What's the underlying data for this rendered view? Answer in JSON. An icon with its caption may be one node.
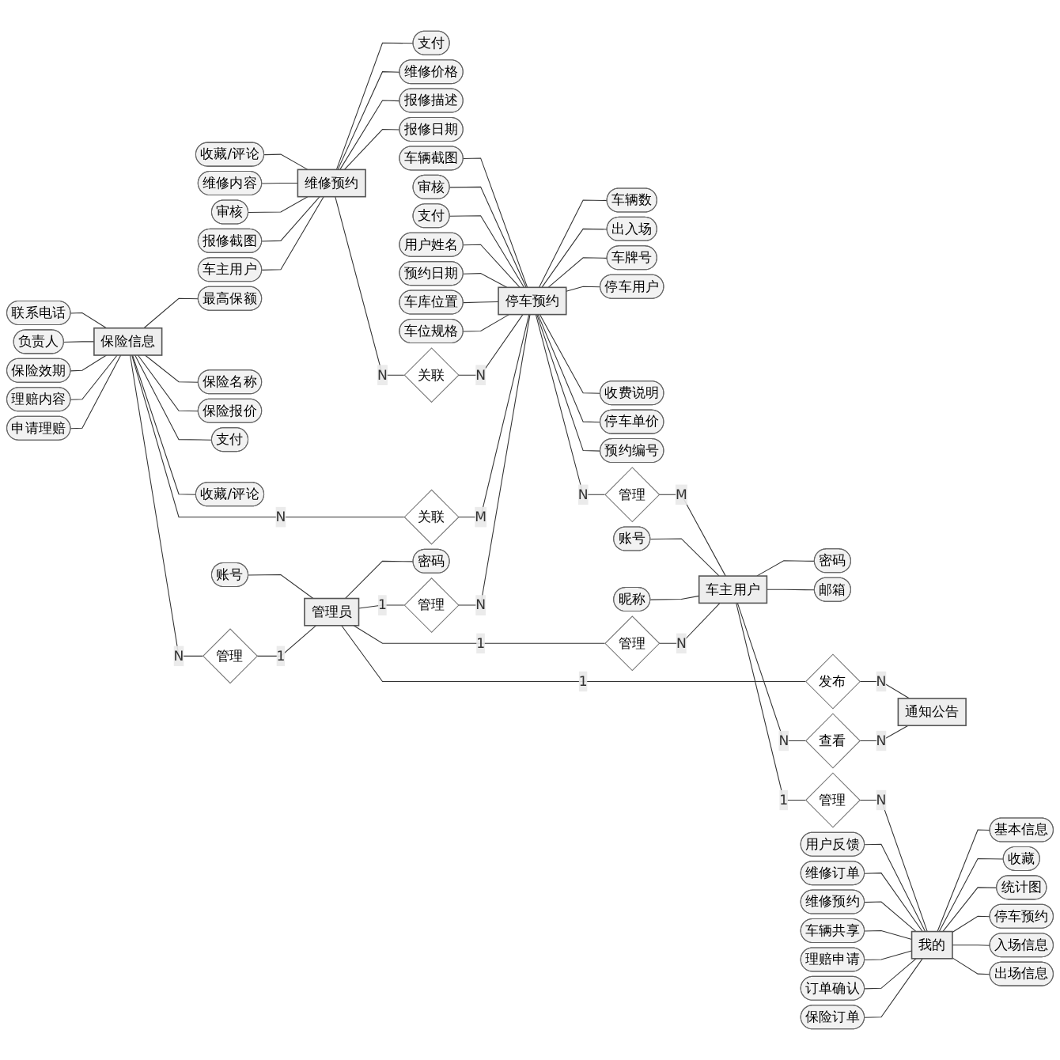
{
  "diagram": {
    "nodes": [
      {
        "text": [
          "维修预约"
        ]
      },
      {
        "text": [
          "收藏/评论"
        ]
      },
      {
        "text": [
          "支付"
        ]
      },
      {
        "text": [
          "维修内容"
        ]
      },
      {
        "text": [
          "维修价格"
        ]
      },
      {
        "text": [
          "审核"
        ]
      },
      {
        "text": [
          "报修描述"
        ]
      },
      {
        "text": [
          "报修截图"
        ]
      },
      {
        "text": [
          "报修日期"
        ]
      },
      {
        "text": [
          "车主用户"
        ]
      },
      {
        "text": [
          "停车预约"
        ]
      },
      {
        "text": [
          "车辆截图"
        ]
      },
      {
        "text": [
          "车辆数"
        ]
      },
      {
        "text": [
          "审核"
        ]
      },
      {
        "text": [
          "出入场"
        ]
      },
      {
        "text": [
          "支付"
        ]
      },
      {
        "text": [
          "车牌号"
        ]
      },
      {
        "text": [
          "用户姓名"
        ]
      },
      {
        "text": [
          "停车用户"
        ]
      },
      {
        "text": [
          "预约日期"
        ]
      },
      {
        "text": [
          "收费说明"
        ]
      },
      {
        "text": [
          "车库位置"
        ]
      },
      {
        "text": [
          "停车单价"
        ]
      },
      {
        "text": [
          "车位规格"
        ]
      },
      {
        "text": [
          "预约编号"
        ]
      },
      {
        "text": [
          "关联"
        ]
      },
      {
        "text": [
          "保险信息"
        ]
      },
      {
        "text": [
          "联系电话"
        ]
      },
      {
        "text": [
          "最高保额"
        ]
      },
      {
        "text": [
          "负责人"
        ]
      },
      {
        "text": [
          "保险名称"
        ]
      },
      {
        "text": [
          "保险效期"
        ]
      },
      {
        "text": [
          "保险报价"
        ]
      },
      {
        "text": [
          "理赔内容"
        ]
      },
      {
        "text": [
          "支付"
        ]
      },
      {
        "text": [
          "申请理赔"
        ]
      },
      {
        "text": [
          "收藏/评论"
        ]
      },
      {
        "text": [
          "关联"
        ]
      },
      {
        "text": [
          "管理员"
        ]
      },
      {
        "text": [
          "账号"
        ]
      },
      {
        "text": [
          "密码"
        ]
      },
      {
        "text": [
          "管理"
        ]
      },
      {
        "text": [
          "管理"
        ]
      },
      {
        "text": [
          "管理"
        ]
      },
      {
        "text": [
          "车主用户"
        ]
      },
      {
        "text": [
          "账号"
        ]
      },
      {
        "text": [
          "密码"
        ]
      },
      {
        "text": [
          "昵称"
        ]
      },
      {
        "text": [
          "邮箱"
        ]
      },
      {
        "text": [
          "管理"
        ]
      },
      {
        "text": [
          "通知公告"
        ]
      },
      {
        "text": [
          "发布"
        ]
      },
      {
        "text": [
          "查看"
        ]
      },
      {
        "text": [
          "管理"
        ]
      },
      {
        "text": [
          "我的"
        ]
      },
      {
        "text": [
          "用户反馈"
        ]
      },
      {
        "text": [
          "基本信息"
        ]
      },
      {
        "text": [
          "维修订单"
        ]
      },
      {
        "text": [
          "收藏"
        ]
      },
      {
        "text": [
          "维修预约"
        ]
      },
      {
        "text": [
          "统计图"
        ]
      },
      {
        "text": [
          "车辆共享"
        ]
      },
      {
        "text": [
          "停车预约"
        ]
      },
      {
        "text": [
          "理赔申请"
        ]
      },
      {
        "text": [
          "入场信息"
        ]
      },
      {
        "text": [
          "订单确认"
        ]
      },
      {
        "text": [
          "出场信息"
        ]
      },
      {
        "text": [
          "保险订单"
        ]
      }
    ],
    "edges": [
      {
        "from": 0,
        "to": 1,
        "arrow": "none"
      },
      {
        "from": 0,
        "to": 2,
        "arrow": "none"
      },
      {
        "from": 0,
        "to": 3,
        "arrow": "none"
      },
      {
        "from": 0,
        "to": 4,
        "arrow": "none"
      },
      {
        "from": 0,
        "to": 5,
        "arrow": "none"
      },
      {
        "from": 0,
        "to": 6,
        "arrow": "none"
      },
      {
        "from": 0,
        "to": 7,
        "arrow": "none"
      },
      {
        "from": 0,
        "to": 8,
        "arrow": "none"
      },
      {
        "from": 0,
        "to": 9,
        "arrow": "none"
      },
      {
        "from": 10,
        "to": 11,
        "arrow": "none"
      },
      {
        "from": 10,
        "to": 12,
        "arrow": "none"
      },
      {
        "from": 10,
        "to": 13,
        "arrow": "none"
      },
      {
        "from": 10,
        "to": 14,
        "arrow": "none"
      },
      {
        "from": 10,
        "to": 15,
        "arrow": "none"
      },
      {
        "from": 10,
        "to": 16,
        "arrow": "none"
      },
      {
        "from": 10,
        "to": 17,
        "arrow": "none"
      },
      {
        "from": 10,
        "to": 18,
        "arrow": "none"
      },
      {
        "from": 10,
        "to": 19,
        "arrow": "none"
      },
      {
        "from": 10,
        "to": 20,
        "arrow": "none"
      },
      {
        "from": 10,
        "to": 21,
        "arrow": "none"
      },
      {
        "from": 10,
        "to": 22,
        "arrow": "none"
      },
      {
        "from": 10,
        "to": 23,
        "arrow": "none"
      },
      {
        "from": 10,
        "to": 24,
        "arrow": "none"
      },
      {
        "from": 0,
        "to": 25,
        "arrow": "none",
        "label": "N"
      },
      {
        "from": 25,
        "to": 10,
        "arrow": "none",
        "label": "N"
      },
      {
        "from": 26,
        "to": 27,
        "arrow": "none"
      },
      {
        "from": 26,
        "to": 28,
        "arrow": "none"
      },
      {
        "from": 26,
        "to": 29,
        "arrow": "none"
      },
      {
        "from": 26,
        "to": 30,
        "arrow": "none"
      },
      {
        "from": 26,
        "to": 31,
        "arrow": "none"
      },
      {
        "from": 26,
        "to": 32,
        "arrow": "none"
      },
      {
        "from": 26,
        "to": 33,
        "arrow": "none"
      },
      {
        "from": 26,
        "to": 34,
        "arrow": "none"
      },
      {
        "from": 26,
        "to": 35,
        "arrow": "none"
      },
      {
        "from": 26,
        "to": 36,
        "arrow": "none"
      },
      {
        "from": 26,
        "to": 37,
        "arrow": "none",
        "label": "N"
      },
      {
        "from": 37,
        "to": 10,
        "arrow": "none",
        "label": "M"
      },
      {
        "from": 38,
        "to": 39,
        "arrow": "none"
      },
      {
        "from": 38,
        "to": 40,
        "arrow": "none"
      },
      {
        "from": 26,
        "to": 41,
        "arrow": "none",
        "label": "N"
      },
      {
        "from": 41,
        "to": 38,
        "arrow": "none",
        "label": "1"
      },
      {
        "from": 38,
        "to": 42,
        "arrow": "none",
        "label": "1"
      },
      {
        "from": 42,
        "to": 10,
        "arrow": "none",
        "label": "N"
      },
      {
        "from": 10,
        "to": 43,
        "arrow": "none",
        "label": "N"
      },
      {
        "from": 43,
        "to": 44,
        "arrow": "none",
        "label": "M"
      },
      {
        "from": 44,
        "to": 45,
        "arrow": "none"
      },
      {
        "from": 44,
        "to": 46,
        "arrow": "none"
      },
      {
        "from": 44,
        "to": 47,
        "arrow": "none"
      },
      {
        "from": 44,
        "to": 48,
        "arrow": "none"
      },
      {
        "from": 38,
        "to": 49,
        "arrow": "none",
        "label": "1"
      },
      {
        "from": 49,
        "to": 44,
        "arrow": "none",
        "label": "N"
      },
      {
        "from": 38,
        "to": 51,
        "arrow": "none",
        "label": "1"
      },
      {
        "from": 51,
        "to": 50,
        "arrow": "none",
        "label": "N"
      },
      {
        "from": 44,
        "to": 52,
        "arrow": "none",
        "label": "N"
      },
      {
        "from": 52,
        "to": 50,
        "arrow": "none",
        "label": "N"
      },
      {
        "from": 44,
        "to": 53,
        "arrow": "none",
        "label": "1"
      },
      {
        "from": 53,
        "to": 54,
        "arrow": "none",
        "label": "N"
      },
      {
        "from": 54,
        "to": 55,
        "arrow": "none"
      },
      {
        "from": 54,
        "to": 56,
        "arrow": "none"
      },
      {
        "from": 54,
        "to": 57,
        "arrow": "none"
      },
      {
        "from": 54,
        "to": 58,
        "arrow": "none"
      },
      {
        "from": 54,
        "to": 59,
        "arrow": "none"
      },
      {
        "from": 54,
        "to": 60,
        "arrow": "none"
      },
      {
        "from": 54,
        "to": 61,
        "arrow": "none"
      },
      {
        "from": 54,
        "to": 62,
        "arrow": "none"
      },
      {
        "from": 54,
        "to": 63,
        "arrow": "none"
      },
      {
        "from": 54,
        "to": 64,
        "arrow": "none"
      },
      {
        "from": 54,
        "to": 65,
        "arrow": "none"
      },
      {
        "from": 54,
        "to": 66,
        "arrow": "none"
      },
      {
        "from": 54,
        "to": 67,
        "arrow": "none"
      }
    ]
  }
}
